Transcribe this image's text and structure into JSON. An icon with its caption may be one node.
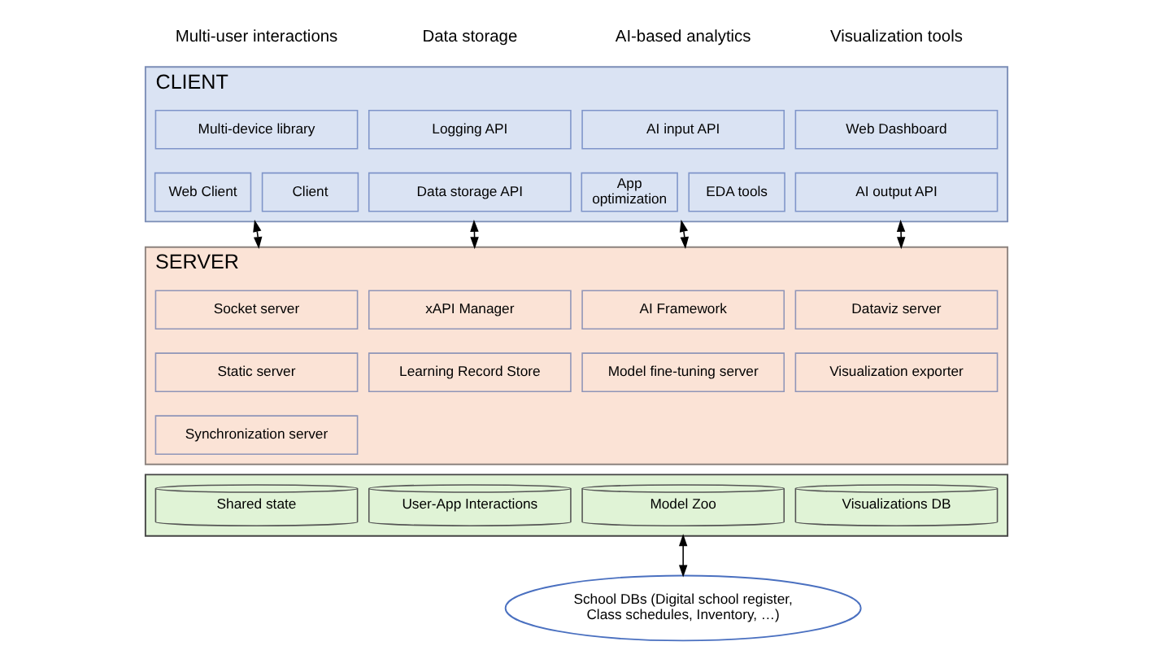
{
  "diagram": {
    "nodes": [
      {
        "text": [
          "CLIENT"
        ]
      },
      {
        "text": [
          "Multi-device library"
        ],
        "in": 0
      },
      {
        "text": [
          "Logging API"
        ],
        "in": 0
      },
      {
        "text": [
          "AI input API"
        ],
        "in": 0
      },
      {
        "text": [
          "Web Dashboard"
        ],
        "in": 0
      },
      {
        "text": [
          "Web Client"
        ],
        "in": 0
      },
      {
        "text": [
          "Client"
        ],
        "in": 0
      },
      {
        "text": [
          "Data storage API"
        ],
        "in": 0
      },
      {
        "text": [
          "App optimization"
        ],
        "in": 0
      },
      {
        "text": [
          "EDA tools"
        ],
        "in": 0
      },
      {
        "text": [
          "AI output API"
        ],
        "in": 0
      },
      {
        "text": [
          "SERVER"
        ]
      },
      {
        "text": [
          "Socket server"
        ],
        "in": 11
      },
      {
        "text": [
          "xAPI Manager"
        ],
        "in": 11
      },
      {
        "text": [
          "AI Framework"
        ],
        "in": 11
      },
      {
        "text": [
          "Dataviz server"
        ],
        "in": 11
      },
      {
        "text": [
          "Static server"
        ],
        "in": 11
      },
      {
        "text": [
          "Learning Record Store"
        ],
        "in": 11
      },
      {
        "text": [
          "Model fine-tuning server"
        ],
        "in": 11
      },
      {
        "text": [
          "Visualization exporter"
        ],
        "in": 11
      },
      {
        "text": [
          "Synchronization server"
        ],
        "in": 11
      },
      {
        "text": [],
        "shape": "box"
      },
      {
        "text": [
          "Shared state"
        ],
        "in": 21
      },
      {
        "text": [
          "User-App Interactions"
        ],
        "in": 21
      },
      {
        "text": [
          "Model Zoo"
        ],
        "in": 21
      },
      {
        "text": [
          "Visualizations DB"
        ],
        "in": 21
      },
      {
        "text": [
          "School DBs (Digital school register, Class schedules, Inventory, …)"
        ]
      }
    ],
    "edges": [
      {
        "from": 0,
        "to": 11,
        "arrow": "both"
      },
      {
        "from": 0,
        "to": 11,
        "arrow": "both"
      },
      {
        "from": 0,
        "to": 11,
        "arrow": "both"
      },
      {
        "from": 0,
        "to": 11,
        "arrow": "both"
      },
      {
        "from": 21,
        "to": 26,
        "arrow": "both"
      }
    ],
    "labels": [
      "Multi-user interactions",
      "Data storage",
      "AI-based analytics",
      "Visualization tools"
    ]
  }
}
